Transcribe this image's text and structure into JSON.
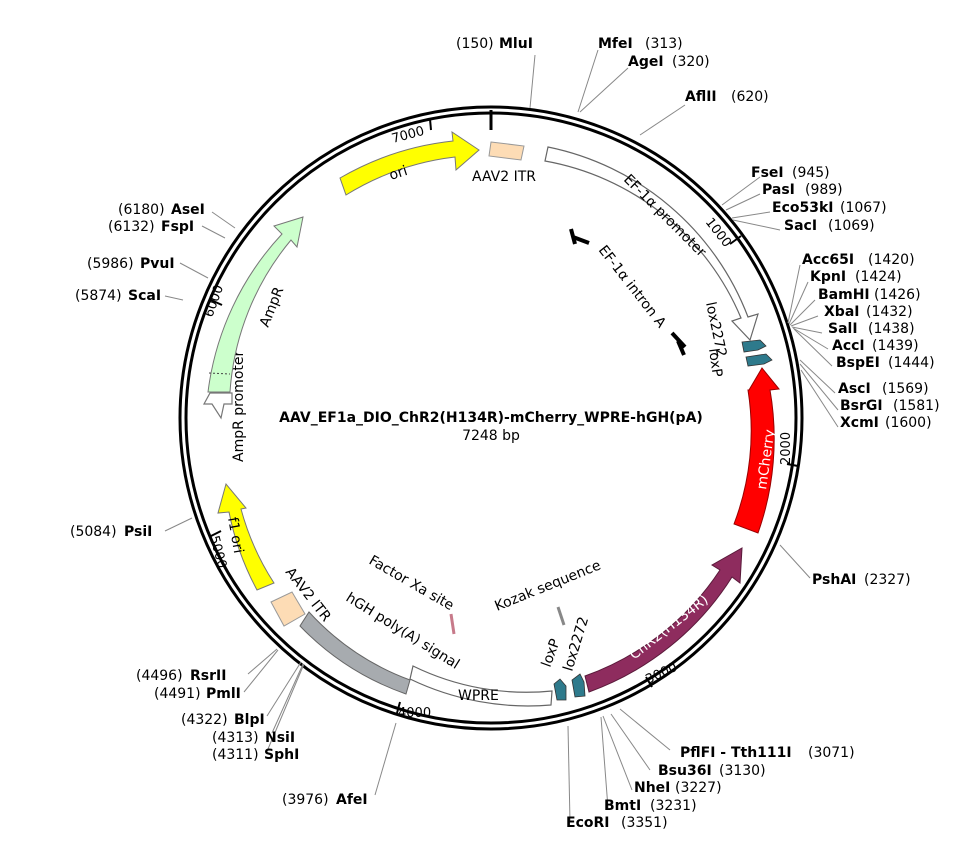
{
  "plasmid": {
    "name": "AAV_EF1a_DIO_ChR2(H134R)-mCherry_WPRE-hGH(pA)",
    "size_label": "7248 bp",
    "length": 7248
  },
  "ticks": [
    "1000",
    "2000",
    "3000",
    "4000",
    "5000",
    "6000",
    "7000"
  ],
  "features": [
    {
      "key": "aav2-itr-right",
      "label": "AAV2 ITR",
      "color": "#FDDCB5"
    },
    {
      "key": "ef1a-promoter",
      "label": "EF-1α promoter",
      "color": "#FFFFFF"
    },
    {
      "key": "ef1a-intron",
      "label": "EF-1α intron A",
      "color": "#000000"
    },
    {
      "key": "lox2272-1",
      "label": "lox2272",
      "color": "#2E7A8C"
    },
    {
      "key": "loxp-1",
      "label": "loxP",
      "color": "#2E7A8C"
    },
    {
      "key": "mcherry",
      "label": "mCherry",
      "color": "#FF0000"
    },
    {
      "key": "chr2",
      "label": "ChR2(H134R)",
      "color": "#8E2C5E"
    },
    {
      "key": "lox2272-2",
      "label": "lox2272",
      "color": "#2E7A8C"
    },
    {
      "key": "loxp-2",
      "label": "loxP",
      "color": "#2E7A8C"
    },
    {
      "key": "kozak",
      "label": "Kozak sequence",
      "color": "#999999"
    },
    {
      "key": "factor-xa",
      "label": "Factor Xa site",
      "color": "#C77A8A"
    },
    {
      "key": "wpre",
      "label": "WPRE",
      "color": "#FFFFFF"
    },
    {
      "key": "hgh-polya",
      "label": "hGH poly(A) signal",
      "color": "#A7ABAF"
    },
    {
      "key": "aav2-itr-left",
      "label": "AAV2 ITR",
      "color": "#FDDCB5"
    },
    {
      "key": "f1-ori",
      "label": "f1 ori",
      "color": "#FFFF00"
    },
    {
      "key": "ampr-promoter",
      "label": "AmpR promoter",
      "color": "#FFFFFF"
    },
    {
      "key": "ampr",
      "label": "AmpR",
      "color": "#CCFFCC"
    },
    {
      "key": "ori",
      "label": "ori",
      "color": "#FFFF00"
    }
  ],
  "sites": [
    {
      "name": "MluI",
      "pos": "(150)"
    },
    {
      "name": "MfeI",
      "pos": "(313)"
    },
    {
      "name": "AgeI",
      "pos": "(320)"
    },
    {
      "name": "AflII",
      "pos": "(620)"
    },
    {
      "name": "FseI",
      "pos": "(945)"
    },
    {
      "name": "PasI",
      "pos": "(989)"
    },
    {
      "name": "Eco53kI",
      "pos": "(1067)"
    },
    {
      "name": "SacI",
      "pos": "(1069)"
    },
    {
      "name": "Acc65I",
      "pos": "(1420)"
    },
    {
      "name": "KpnI",
      "pos": "(1424)"
    },
    {
      "name": "BamHI",
      "pos": "(1426)"
    },
    {
      "name": "XbaI",
      "pos": "(1432)"
    },
    {
      "name": "SalI",
      "pos": "(1438)"
    },
    {
      "name": "AccI",
      "pos": "(1439)"
    },
    {
      "name": "BspEI",
      "pos": "(1444)"
    },
    {
      "name": "AscI",
      "pos": "(1569)"
    },
    {
      "name": "BsrGI",
      "pos": "(1581)"
    },
    {
      "name": "XcmI",
      "pos": "(1600)"
    },
    {
      "name": "PshAI",
      "pos": "(2327)"
    },
    {
      "name": "PflFI - Tth111I",
      "pos": "(3071)"
    },
    {
      "name": "Bsu36I",
      "pos": "(3130)"
    },
    {
      "name": "NheI",
      "pos": "(3227)"
    },
    {
      "name": "BmtI",
      "pos": "(3231)"
    },
    {
      "name": "EcoRI",
      "pos": "(3351)"
    },
    {
      "name": "AfeI",
      "pos": "(3976)"
    },
    {
      "name": "SphI",
      "pos": "(4311)"
    },
    {
      "name": "NsiI",
      "pos": "(4313)"
    },
    {
      "name": "BlpI",
      "pos": "(4322)"
    },
    {
      "name": "PmlI",
      "pos": "(4491)"
    },
    {
      "name": "RsrII",
      "pos": "(4496)"
    },
    {
      "name": "PsiI",
      "pos": "(5084)"
    },
    {
      "name": "ScaI",
      "pos": "(5874)"
    },
    {
      "name": "PvuI",
      "pos": "(5986)"
    },
    {
      "name": "FspI",
      "pos": "(6132)"
    },
    {
      "name": "AseI",
      "pos": "(6180)"
    }
  ]
}
